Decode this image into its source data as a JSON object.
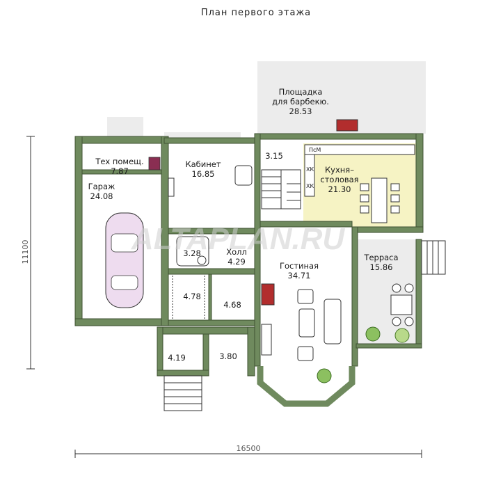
{
  "title": "План первого этажа",
  "watermark": "ALTAPLAN.RU",
  "dimensions": {
    "width": "16500",
    "height": "11100"
  },
  "rooms": [
    {
      "id": "tech",
      "name": "Тех помещ.",
      "area": "7.87"
    },
    {
      "id": "garage",
      "name": "Гараж",
      "area": "24.08"
    },
    {
      "id": "office",
      "name": "Кабинет",
      "area": "16.85"
    },
    {
      "id": "stair",
      "name": "",
      "area": "3.15"
    },
    {
      "id": "kitchen",
      "name": "Кухня–\nстоловая",
      "area": "21.30"
    },
    {
      "id": "bbq",
      "name": "Площадка\nдля барбекю.",
      "area": "28.53"
    },
    {
      "id": "bath",
      "name": "",
      "area": "3.28"
    },
    {
      "id": "hall",
      "name": "Холл",
      "area": "4.29"
    },
    {
      "id": "living",
      "name": "Гостиная",
      "area": "34.71"
    },
    {
      "id": "terrace",
      "name": "Терраса",
      "area": "15.86"
    },
    {
      "id": "closet",
      "name": "",
      "area": "4.78"
    },
    {
      "id": "room468",
      "name": "",
      "area": "4.68"
    },
    {
      "id": "vest419",
      "name": "",
      "area": "4.19"
    },
    {
      "id": "vest380",
      "name": "",
      "area": "3.80"
    }
  ],
  "fixtures": {
    "pm": "ПсМ",
    "hk1": "ХК",
    "hk2": "ХК"
  },
  "colors": {
    "wall": "#6f8a5e",
    "kitchen_floor": "#f6f3c4",
    "outdoor_floor": "#ececec",
    "car": "#eedcef"
  }
}
